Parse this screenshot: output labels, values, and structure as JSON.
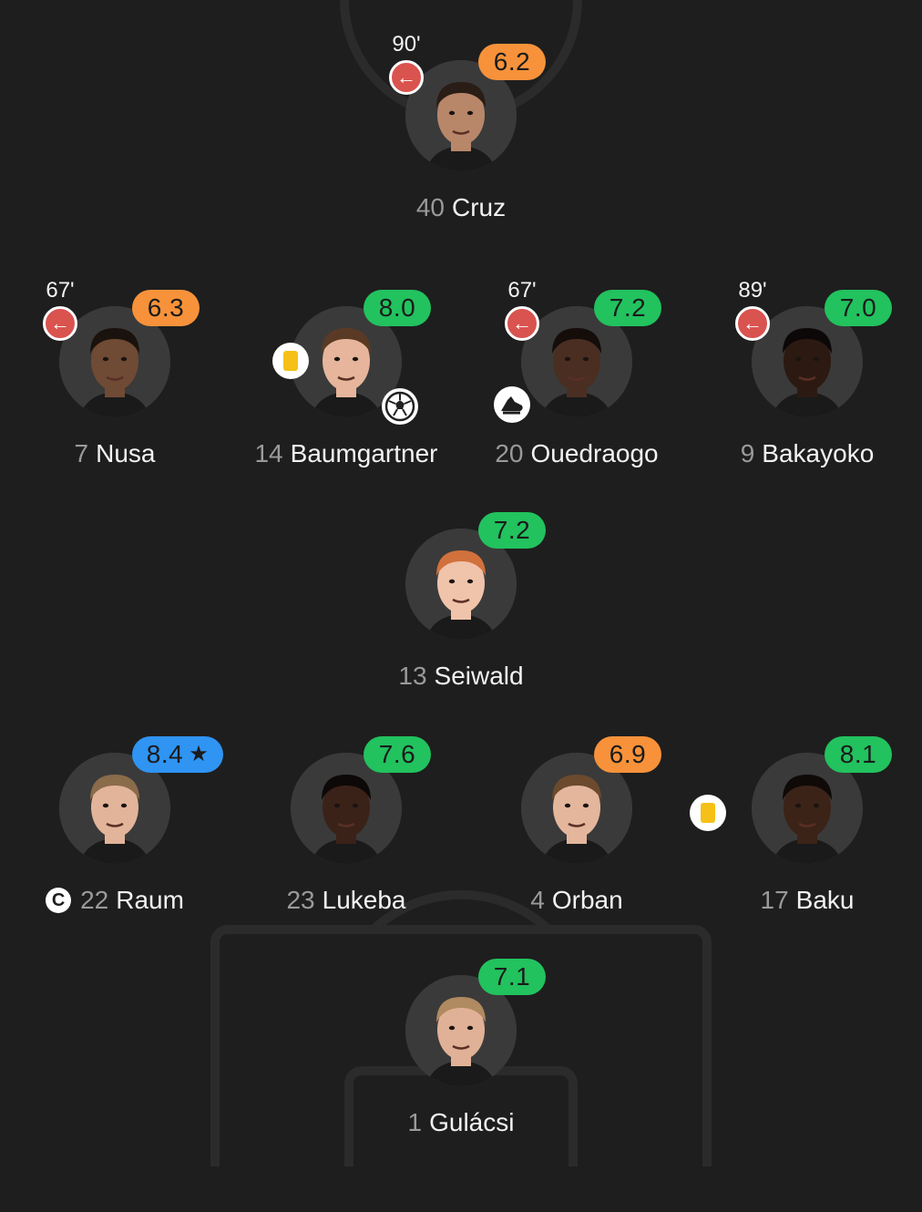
{
  "colors": {
    "rating_green": "#22c25e",
    "rating_orange": "#f7923a",
    "rating_blue": "#2f94f2",
    "sub_out": "#d9534f",
    "yellow_card": "#f5c116"
  },
  "players": [
    {
      "id": "cruz",
      "number": "40",
      "name": "Cruz",
      "rating": "6.2",
      "rating_color": "#f7923a",
      "sub_minute": "90'",
      "sub_icon": "arrow-left-icon",
      "skin": "#b8876a",
      "hair": "#2a1d16"
    },
    {
      "id": "nusa",
      "number": "7",
      "name": "Nusa",
      "rating": "6.3",
      "rating_color": "#f7923a",
      "sub_minute": "67'",
      "sub_icon": "arrow-left-icon",
      "skin": "#6f4a34",
      "hair": "#1a120d"
    },
    {
      "id": "baumgartner",
      "number": "14",
      "name": "Baumgartner",
      "rating": "8.0",
      "rating_color": "#22c25e",
      "card_icon": "yellow-card-icon",
      "event_icon": "football-icon",
      "skin": "#e6b59b",
      "hair": "#5a3a24"
    },
    {
      "id": "ouedraogo",
      "number": "20",
      "name": "Ouedraogo",
      "rating": "7.2",
      "rating_color": "#22c25e",
      "sub_minute": "67'",
      "sub_icon": "arrow-left-icon",
      "assist_icon": "boot-icon",
      "skin": "#4a2e22",
      "hair": "#140d0a"
    },
    {
      "id": "bakayoko",
      "number": "9",
      "name": "Bakayoko",
      "rating": "7.0",
      "rating_color": "#22c25e",
      "sub_minute": "89'",
      "sub_icon": "arrow-left-icon",
      "skin": "#2c1a12",
      "hair": "#0c0808"
    },
    {
      "id": "seiwald",
      "number": "13",
      "name": "Seiwald",
      "rating": "7.2",
      "rating_color": "#22c25e",
      "skin": "#f0c3ab",
      "hair": "#d1713c"
    },
    {
      "id": "raum",
      "number": "22",
      "name": "Raum",
      "rating": "8.4",
      "rating_color": "#2f94f2",
      "rating_star": "★",
      "captain_label": "C",
      "skin": "#e2b49a",
      "hair": "#8a6b4a"
    },
    {
      "id": "lukeba",
      "number": "23",
      "name": "Lukeba",
      "rating": "7.6",
      "rating_color": "#22c25e",
      "skin": "#3a2219",
      "hair": "#0d0908"
    },
    {
      "id": "orban",
      "number": "4",
      "name": "Orban",
      "rating": "6.9",
      "rating_color": "#f7923a",
      "skin": "#e4b79d",
      "hair": "#6b4a2e"
    },
    {
      "id": "baku",
      "number": "17",
      "name": "Baku",
      "rating": "8.1",
      "rating_color": "#22c25e",
      "card_icon": "yellow-card-icon",
      "skin": "#3b2318",
      "hair": "#0f0a08"
    },
    {
      "id": "gulacsi",
      "number": "1",
      "name": "Gulácsi",
      "rating": "7.1",
      "rating_color": "#22c25e",
      "skin": "#e0b197",
      "hair": "#b08a60"
    }
  ]
}
